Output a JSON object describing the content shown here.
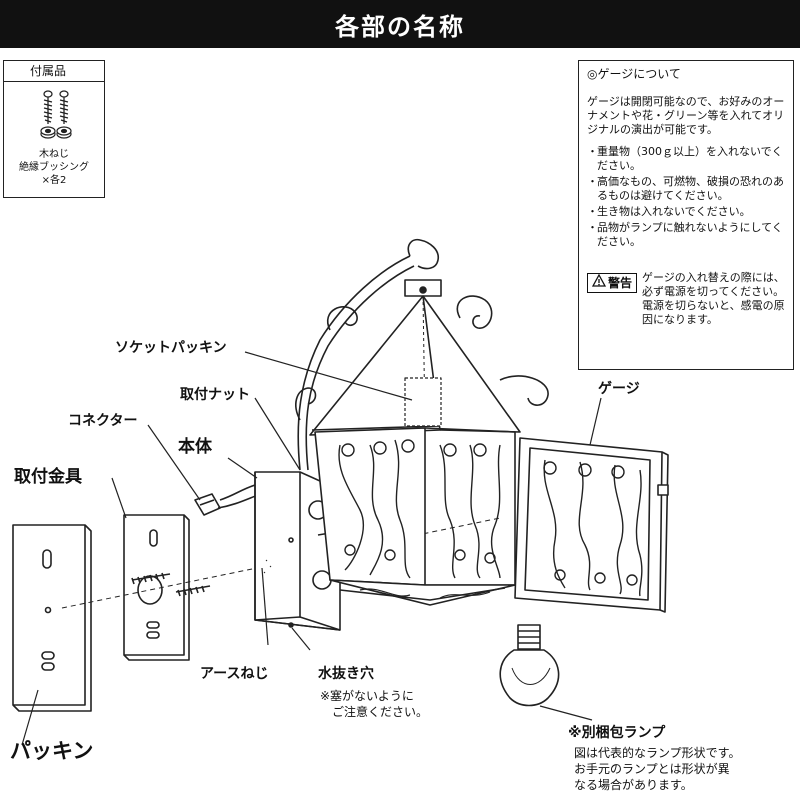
{
  "header": {
    "title": "各部の名称"
  },
  "accessories": {
    "title": "付属品",
    "items": [
      "木ねじ",
      "絶縁ブッシング",
      "×各2"
    ]
  },
  "gauge_info": {
    "title": "◎ゲージについて",
    "intro": "ゲージは開閉可能なので、お好みのオーナメントや花・グリーン等を入れてオリジナルの演出が可能です。",
    "notes": [
      "重量物（300ｇ以上）を入れないでください。",
      "高価なもの、可燃物、破損の恐れのあるものは避けてください。",
      "生き物は入れないでください。",
      "品物がランプに触れないようにしてください。"
    ],
    "warning_label": "警告",
    "warning_text": "ゲージの入れ替えの際には、必ず電源を切ってください。電源を切らないと、感電の原因になります。"
  },
  "labels": {
    "socket_packing": "ソケットパッキン",
    "mounting_nut": "取付ナット",
    "connector": "コネクター",
    "body": "本体",
    "mounting_bracket": "取付金具",
    "gauge": "ゲージ",
    "earth_screw": "アースねじ",
    "drain_hole": "水抜き穴",
    "drain_note": [
      "※塞がないように",
      "ご注意ください。"
    ],
    "packing": "パッキン",
    "lamp": "※別梱包ランプ",
    "lamp_note": [
      "図は代表的なランプ形状です。",
      "お手元のランプとは形状が異",
      "なる場合があります。"
    ]
  },
  "colors": {
    "header_bg": "#111111",
    "line": "#222222"
  }
}
